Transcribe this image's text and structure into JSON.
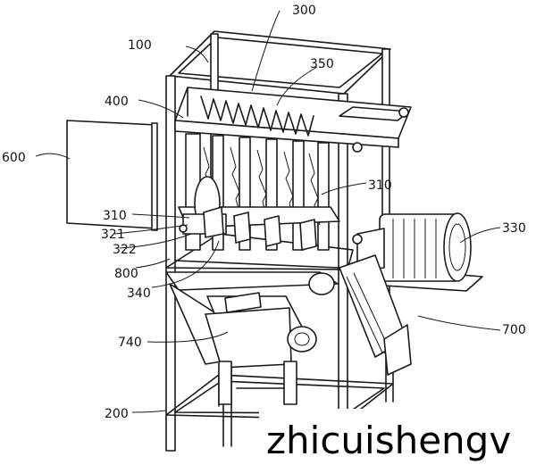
{
  "labels": {
    "l100": "100",
    "l200": "200",
    "l300": "300",
    "l310a": "310",
    "l310b": "310",
    "l321": "321",
    "l322": "322",
    "l330": "330",
    "l340": "340",
    "l350": "350",
    "l400": "400",
    "l600": "600",
    "l700": "700",
    "l740": "740",
    "l800": "800"
  },
  "watermark": "zhicuishengv"
}
